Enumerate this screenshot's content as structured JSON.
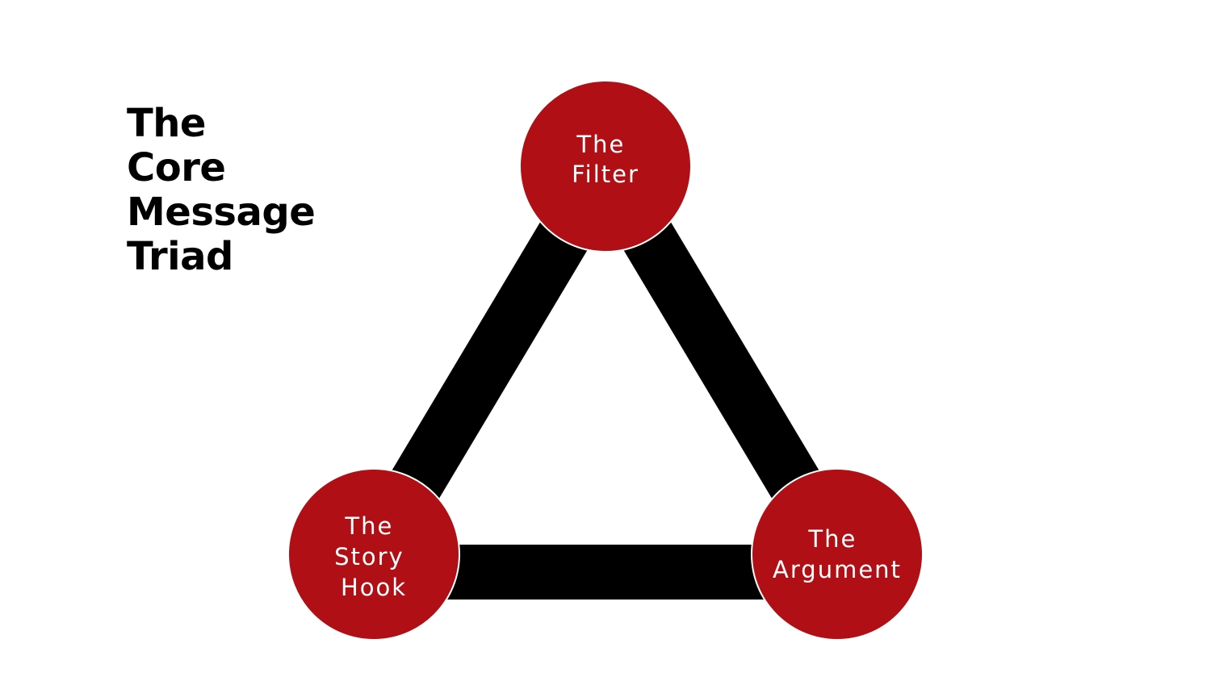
{
  "title": {
    "lines": [
      "The",
      "Core",
      "Message",
      "Triad"
    ]
  },
  "diagram": {
    "edge_color": "#000000",
    "node_color": "#b01015",
    "label_color": "#ffffff",
    "nodes": {
      "top": {
        "lines": [
          "The",
          "Filter"
        ]
      },
      "left": {
        "lines": [
          "The",
          "Story",
          "Hook"
        ]
      },
      "right": {
        "lines": [
          "The",
          "Argument"
        ]
      }
    }
  }
}
